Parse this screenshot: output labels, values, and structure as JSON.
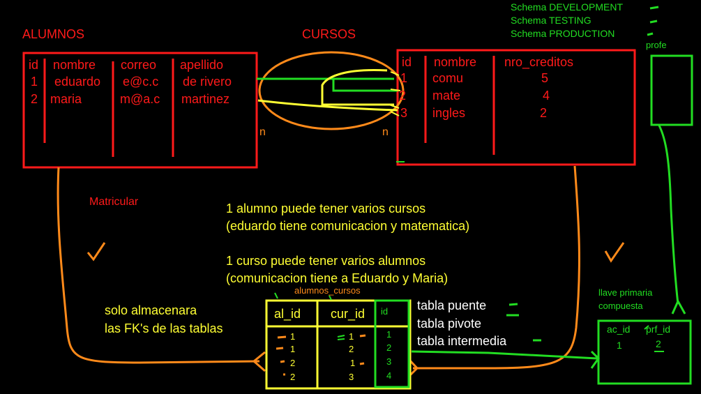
{
  "schemas": [
    "Schema DEVELOPMENT",
    "Schema TESTING",
    "Schema PRODUCTION"
  ],
  "alumnos": {
    "title": "ALUMNOS",
    "headers": [
      "id",
      "nombre",
      "correo",
      "apellido"
    ],
    "rows": [
      [
        "1",
        "eduardo",
        "e@c.c",
        "de rivero"
      ],
      [
        "2",
        "maria",
        "m@a.c",
        "martinez"
      ]
    ]
  },
  "cursos": {
    "title": "CURSOS",
    "headers": [
      "id",
      "nombre",
      "nro_creditos"
    ],
    "rows": [
      [
        "1",
        "comu",
        "5"
      ],
      [
        "2",
        "mate",
        "4"
      ],
      [
        "3",
        "ingles",
        "2"
      ]
    ]
  },
  "cardinality": {
    "left": "n",
    "right": "n"
  },
  "profe": {
    "label": "profe"
  },
  "matricular": "Matricular",
  "notes": {
    "line1": "1 alumno puede tener varios cursos",
    "line2": "(eduardo tiene comunicacion y matematica)",
    "line3": "1 curso puede tener varios alumnos",
    "line4": "(comunicacion tiene a Eduardo y Maria)"
  },
  "alumnos_cursos": {
    "title": "alumnos_cursos",
    "headers": [
      "al_id",
      "cur_id",
      "id"
    ],
    "rows": [
      [
        "1",
        "1",
        "1"
      ],
      [
        "1",
        "2",
        "2"
      ],
      [
        "2",
        "1",
        "3"
      ],
      [
        "2",
        "3",
        "4"
      ]
    ]
  },
  "fk_note": {
    "line1": "solo almacenara",
    "line2": "las FK's de las tablas"
  },
  "bridge": [
    "tabla puente",
    "tabla pivote",
    "tabla intermedia"
  ],
  "composite": {
    "label1": "llave primaria",
    "label2": "compuesta",
    "headers": [
      "ac_id",
      "prf_id"
    ],
    "row": [
      "1",
      "2"
    ]
  },
  "colors": {
    "red": "#ff1a1a",
    "yellow": "#ffff33",
    "green": "#22dd22",
    "orange": "#ff8a1a",
    "black": "#000000"
  }
}
